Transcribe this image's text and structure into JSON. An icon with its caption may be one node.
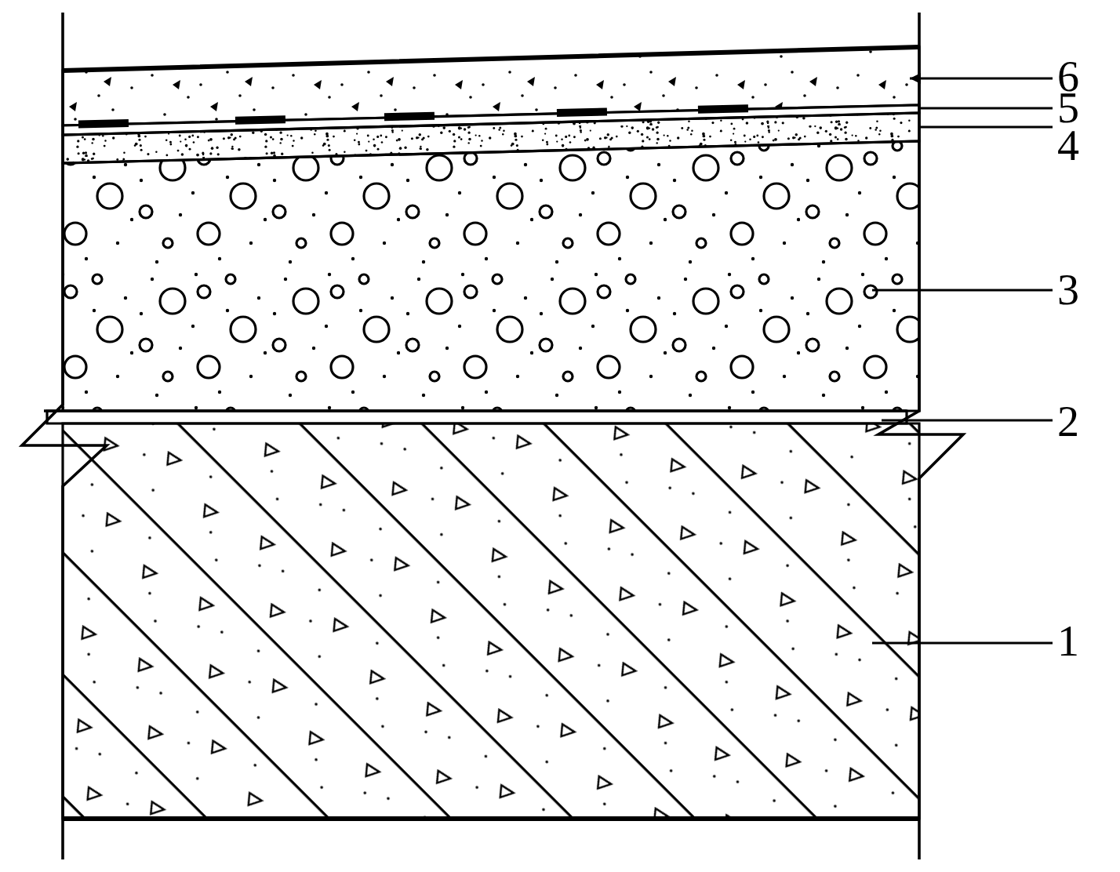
{
  "diagram": {
    "nodes": [
      {
        "text": [
          "6"
        ]
      },
      {
        "text": [
          "5"
        ]
      },
      {
        "text": [
          "4"
        ]
      },
      {
        "text": [
          "3"
        ]
      },
      {
        "text": [
          "2"
        ]
      },
      {
        "text": [
          "1"
        ]
      },
      {
        "text": [],
        "shape": "box"
      },
      {
        "text": [],
        "shape": "box"
      },
      {
        "text": [],
        "shape": "box"
      },
      {
        "text": [],
        "shape": "box"
      },
      {
        "text": [],
        "shape": "box"
      },
      {
        "text": [],
        "shape": "box"
      }
    ],
    "edges": [
      {
        "from": 0,
        "to": 6,
        "arrow": "to"
      },
      {
        "from": 1,
        "to": 7,
        "arrow": "none"
      },
      {
        "from": 2,
        "to": 8,
        "arrow": "none"
      },
      {
        "from": 3,
        "to": 9,
        "arrow": "none"
      },
      {
        "from": 4,
        "to": 10,
        "arrow": "none"
      },
      {
        "from": 5,
        "to": 11,
        "arrow": "none"
      }
    ]
  }
}
